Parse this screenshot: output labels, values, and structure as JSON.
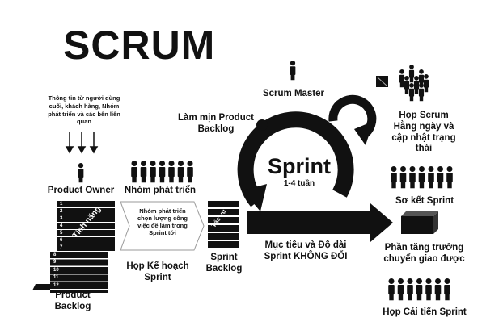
{
  "title": "SCRUM",
  "input_info": "Thông tin từ người dùng cuối, khách hàng, Nhóm phát triển và các bên liên quan",
  "roles": {
    "product_owner": "Product Owner",
    "dev_team": "Nhóm phát triển",
    "scrum_master": "Scrum Master"
  },
  "product_backlog": {
    "label": "Product Backlog",
    "stamp": "Tính năng",
    "items": [
      "1",
      "2",
      "3",
      "4",
      "5",
      "6",
      "7",
      "8",
      "9",
      "10",
      "11",
      "12"
    ]
  },
  "planning": {
    "chevron_text": "Nhóm phát triển chọn lượng công việc để làm trong Sprint tới",
    "label": "Họp Kế hoạch Sprint"
  },
  "sprint_backlog": {
    "label": "Sprint Backlog",
    "stamp": "Tác vụ"
  },
  "refinement": "Làm mịn Product Backlog",
  "sprint": {
    "title": "Sprint",
    "duration": "1-4 tuần"
  },
  "fixed_goal": "Mục tiêu và Độ dài Sprint KHÔNG ĐỔI",
  "daily": "Họp Scrum Hằng ngày và cập nhật trạng thái",
  "review": "Sơ kết Sprint",
  "increment": "Phần tăng trưởng chuyển giao được",
  "retrospective": "Họp Cải tiến Sprint",
  "colors": {
    "ink": "#111111",
    "background": "#ffffff"
  }
}
